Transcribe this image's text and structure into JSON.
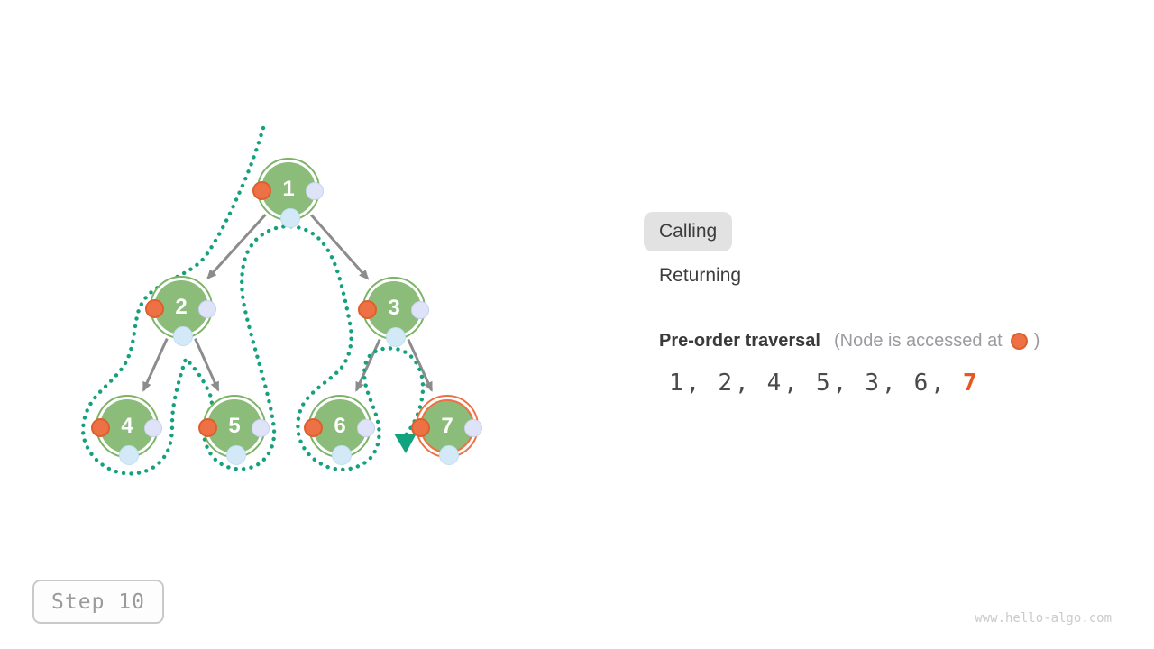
{
  "watermark": "www.hello-algo.com",
  "step_badge": {
    "label": "Step 10"
  },
  "status_tabs": {
    "calling": "Calling",
    "returning": "Returning",
    "active": "Calling"
  },
  "legend": {
    "title": "Pre-order traversal",
    "note_prefix": "(Node is accessed at",
    "note_suffix": ")"
  },
  "sequence": {
    "items": [
      {
        "text": "1,"
      },
      {
        "text": "2,"
      },
      {
        "text": "4,"
      },
      {
        "text": "5,"
      },
      {
        "text": "3,"
      },
      {
        "text": "6,"
      },
      {
        "text": "7",
        "current": true
      }
    ]
  },
  "tree": {
    "nodes": [
      {
        "label": "1"
      },
      {
        "label": "2"
      },
      {
        "label": "3"
      },
      {
        "label": "4"
      },
      {
        "label": "5"
      },
      {
        "label": "6"
      },
      {
        "label": "7",
        "current": true
      }
    ]
  },
  "colors": {
    "node_green": "#8BBC7A",
    "node_ring_green": "#7CB467",
    "current_ring_orange": "#ED7145",
    "access_orange": "#ED7145",
    "path_teal": "#16A17C",
    "edge_gray": "#8C8C8C",
    "inorder_dot_blue": "#D3E9F7",
    "postorder_dot_lavender": "#DFE3F8",
    "active_tab_bg": "#E2E2E2",
    "sequence_current_orange": "#E8571E"
  }
}
